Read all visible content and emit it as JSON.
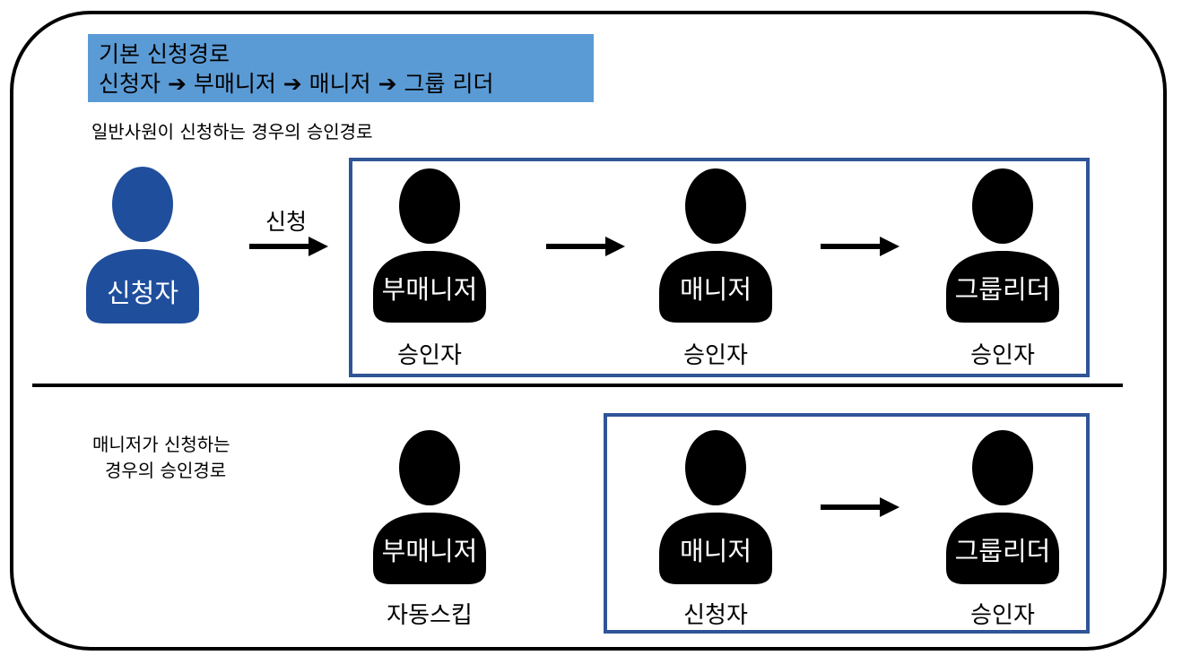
{
  "banner": {
    "line1": "기본 신청경로",
    "line2": "신청자 ➔ 부매니저 ➔ 매니저 ➔ 그룹 리더"
  },
  "section1": {
    "caption": "일반사원이 신청하는 경우의 승인경로",
    "applicant_label": "신청자",
    "apply_arrow_label": "신청",
    "approvers": [
      {
        "name": "부매니저",
        "role": "승인자"
      },
      {
        "name": "매니저",
        "role": "승인자"
      },
      {
        "name": "그룹리더",
        "role": "승인자"
      }
    ]
  },
  "section2": {
    "caption_line1": "매니저가 신청하는",
    "caption_line2": "경우의 승인경로",
    "skipped": {
      "name": "부매니저",
      "role": "자동스킵"
    },
    "requester": {
      "name": "매니저",
      "role": "신청자"
    },
    "approver": {
      "name": "그룹리더",
      "role": "승인자"
    }
  },
  "colors": {
    "banner": "#5b9bd5",
    "applicant": "#1f4e9c",
    "box_border": "#2f5597",
    "person": "#000000"
  },
  "icons": [
    "person-icon",
    "arrow-right-icon"
  ]
}
